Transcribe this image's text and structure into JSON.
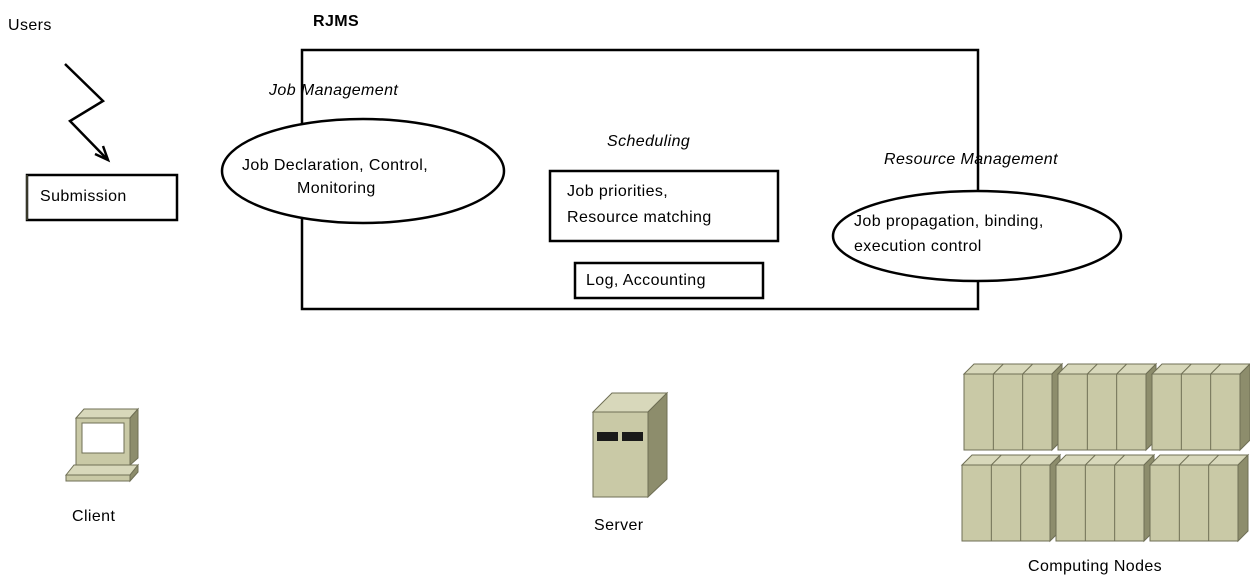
{
  "labels": {
    "users": "Users",
    "rjms": "RJMS",
    "submission": "Submission",
    "job_management": "Job Management",
    "job_management_box": [
      "Job Declaration, Control,",
      "Monitoring"
    ],
    "scheduling": "Scheduling",
    "scheduling_box": [
      "Job priorities,",
      "Resource matching"
    ],
    "log_accounting": "Log, Accounting",
    "resource_management": "Resource Management",
    "resource_management_box": [
      "Job propagation, binding,",
      "execution control"
    ],
    "client": "Client",
    "server": "Server",
    "computing_nodes": "Computing Nodes"
  },
  "icons": {
    "client": "desktop-computer-icon",
    "server": "tower-server-icon",
    "nodes": "server-rack-cluster-icon",
    "users": "lightning-arrow-icon"
  },
  "colors": {
    "hardware_fill": "#c9c9a6",
    "stroke": "#000000"
  }
}
